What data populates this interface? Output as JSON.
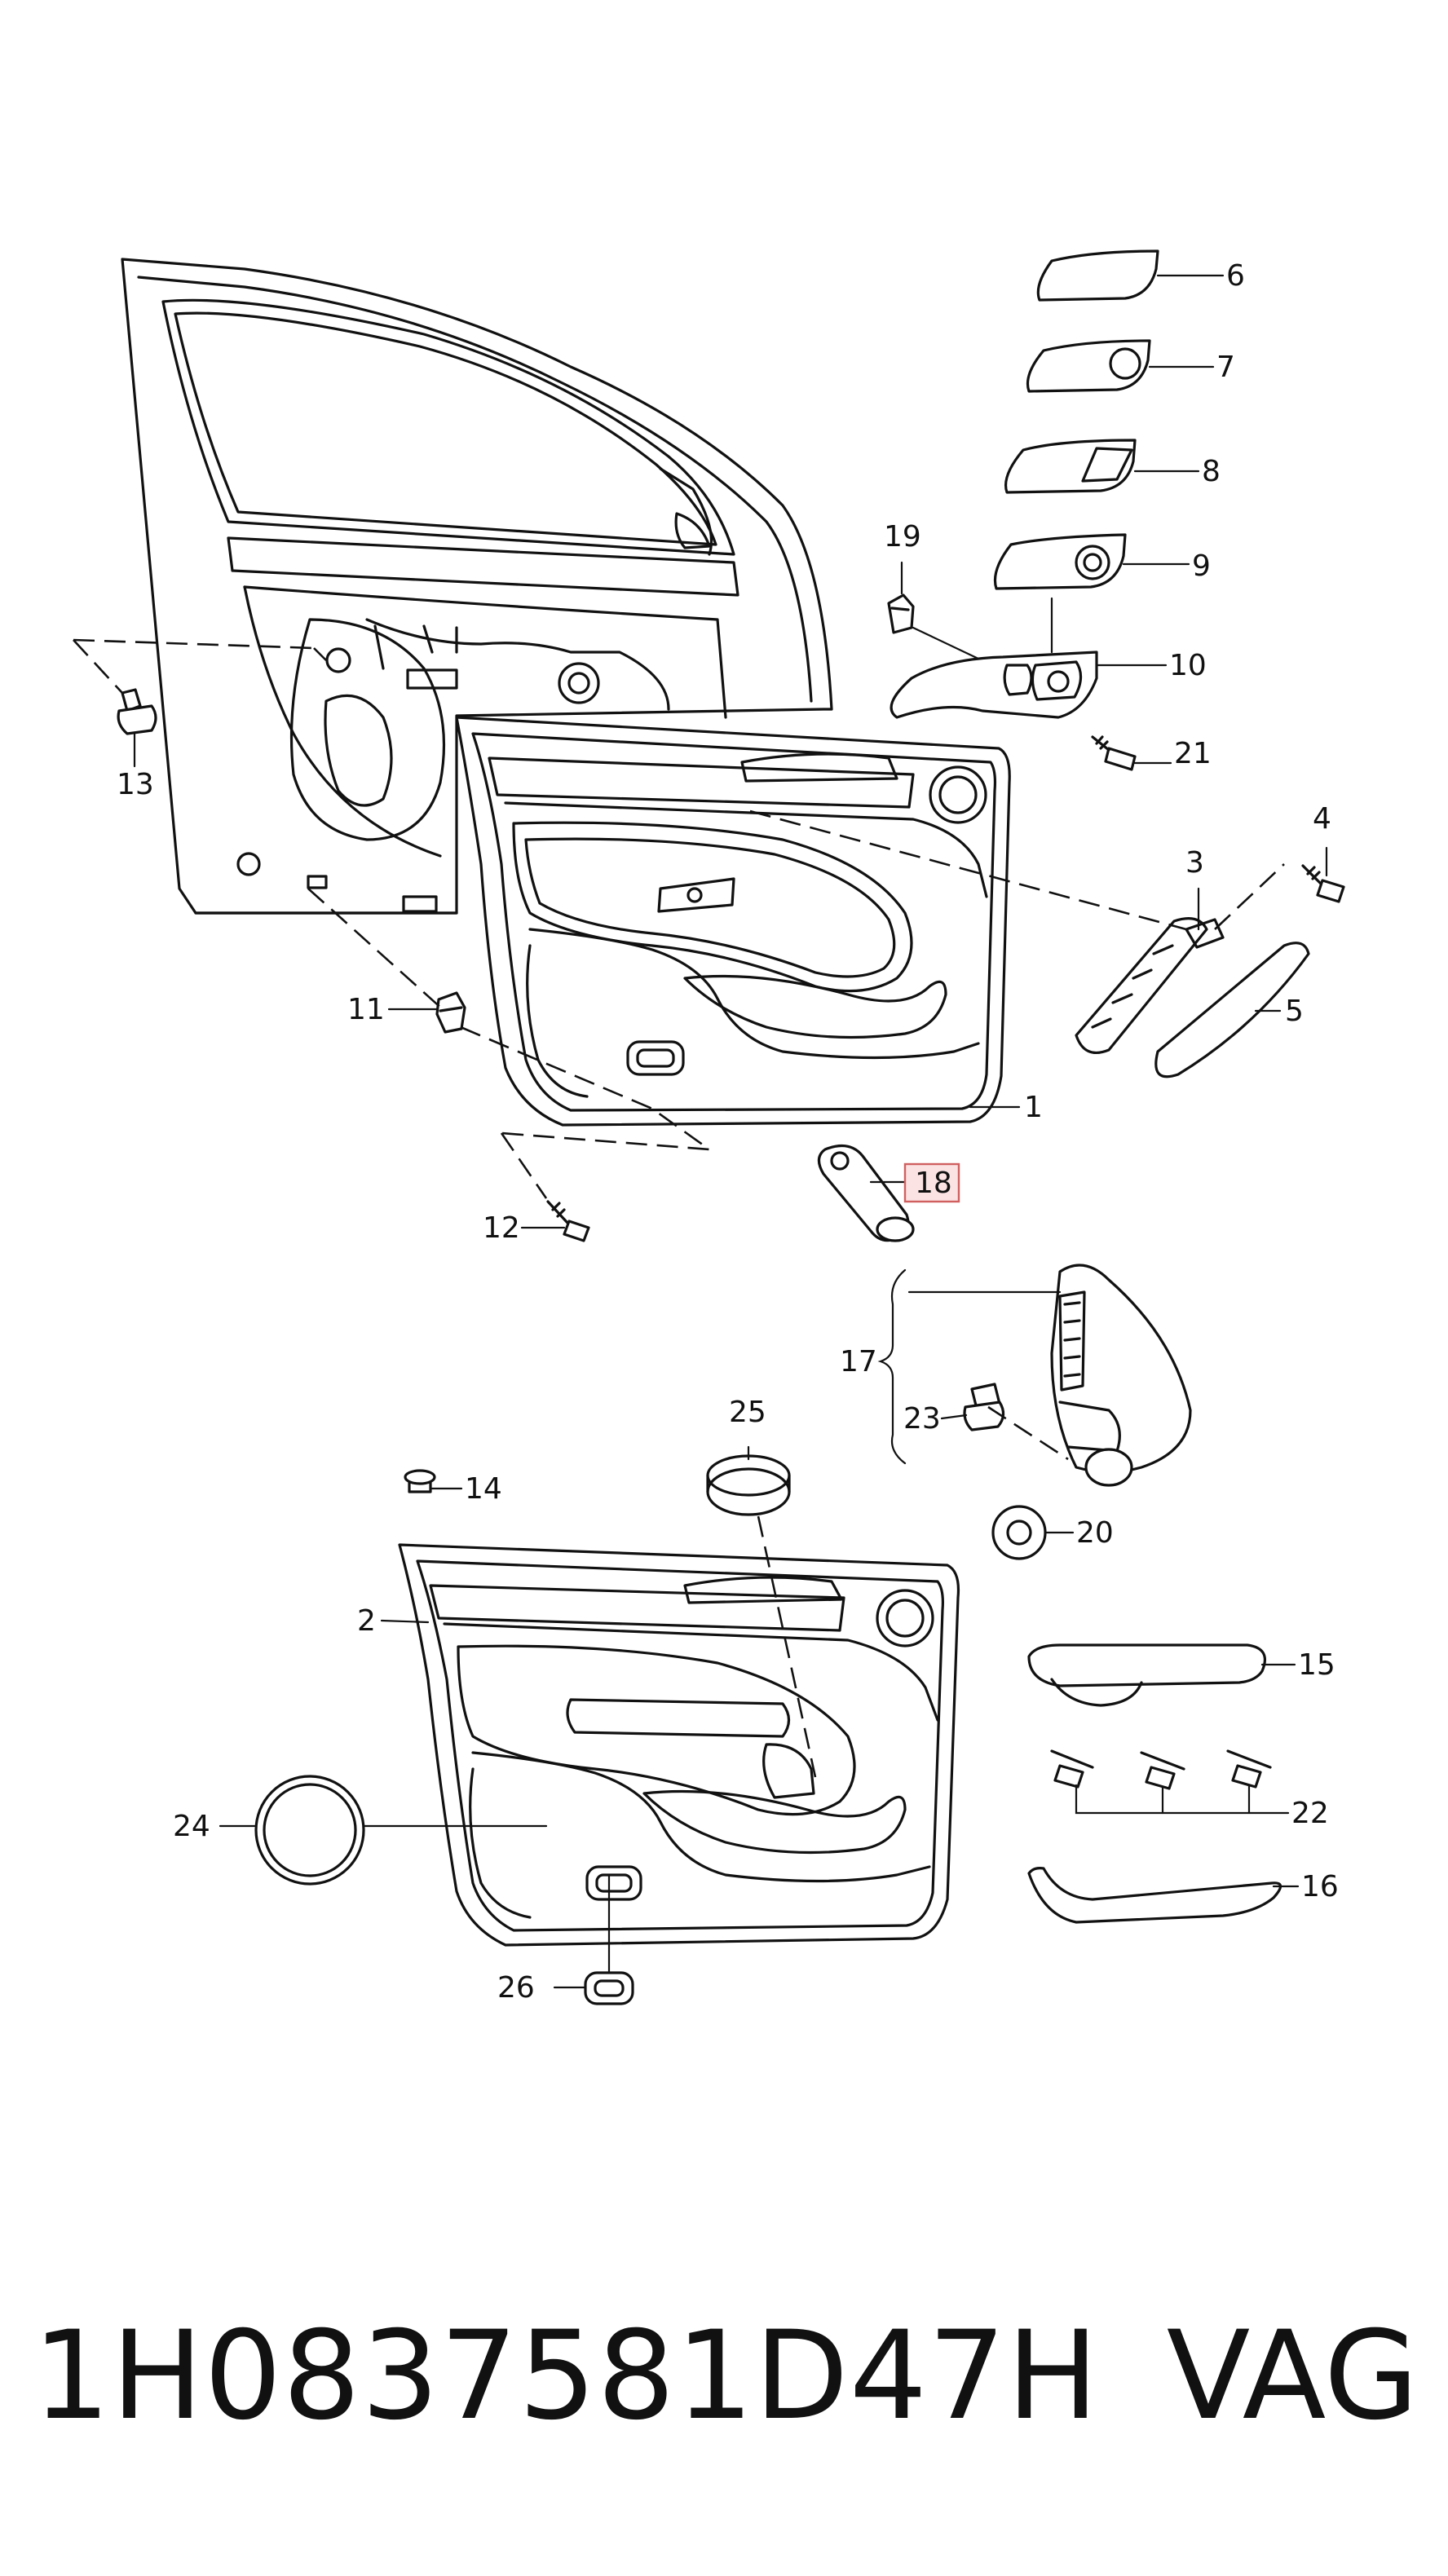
{
  "diagram": {
    "callouts": {
      "c1": "1",
      "c2": "2",
      "c3": "3",
      "c4": "4",
      "c5": "5",
      "c6": "6",
      "c7": "7",
      "c8": "8",
      "c9": "9",
      "c10": "10",
      "c11": "11",
      "c12": "12",
      "c13": "13",
      "c14": "14",
      "c15": "15",
      "c16": "16",
      "c17": "17",
      "c18": "18",
      "c19": "19",
      "c20": "20",
      "c21": "21",
      "c22": "22",
      "c23": "23",
      "c24": "24",
      "c25": "25",
      "c26": "26"
    },
    "highlighted_callout": "18"
  },
  "footer": {
    "part_number": "1H0837581D47H",
    "brand": "VAG"
  }
}
